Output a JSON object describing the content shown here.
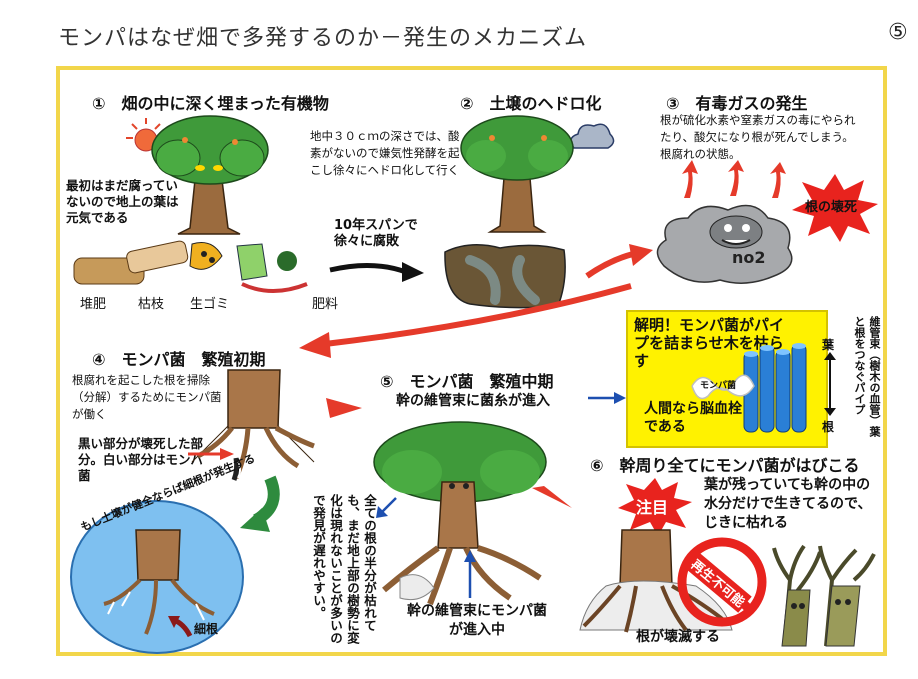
{
  "title": "モンパはなぜ畑で多発するのか－発生のメカニズム",
  "page_number": "⑤",
  "colors": {
    "frame": "#f2d64a",
    "arrow_red": "#e53a2a",
    "blue_arrow": "#1d4fb0",
    "yellow_box": "#fff200",
    "green_arrow": "#2e8b3e"
  },
  "steps": {
    "s1": {
      "title": "①　畑の中に深く埋まった有機物",
      "note": "地中３０ｃｍの深さでは、酸素がないので嫌気性発酵を起こし徐々にヘドロ化して行く",
      "left_note": "最初はまだ腐っていないので地上の葉は元気である",
      "labels": [
        "堆肥",
        "枯枝",
        "生ゴミ",
        "肥料"
      ],
      "span": "10年スパンで徐々に腐敗"
    },
    "s2": {
      "title": "②　土壌のヘドロ化"
    },
    "s3": {
      "title": "③　有毒ガスの発生",
      "note": "根が硫化水素や窒素ガスの毒にやられたり、酸欠になり根が死んでしまう。根腐れの状態。",
      "burst": "根の壊死",
      "gas_label": "no2"
    },
    "explain": {
      "headline": "解明！モンパ菌がパイプを詰まらせ木を枯らす",
      "fungus_label": "モンパ菌",
      "human": "人間なら脳血栓である",
      "leaf": "葉",
      "root": "根",
      "side": "維管束（樹木の血管）葉と根をつなぐパイプ"
    },
    "s4": {
      "title": "④　モンパ菌　繁殖初期",
      "note": "根腐れを起こした根を掃除（分解）するためにモンパ菌が働く",
      "bold": "黒い部分が壊死した部分。白い部分はモンパ菌",
      "circle_text": "もし土壌が健全ならば細根が発生する",
      "fine_root": "細根"
    },
    "s5": {
      "title": "⑤　モンパ菌　繁殖中期",
      "subtitle": "幹の維管束に菌糸が進入",
      "vertical": "全ての根の半分が枯れても、まだ地上部の樹勢に変化は現れないことが多いので発見が遅れやすい。",
      "bottom": "幹の維管束にモンパ菌が進入中"
    },
    "s6": {
      "title": "⑥　幹周り全てにモンパ菌がはびこる",
      "note": "葉が残っていても幹の中の水分だけで生きてるので、じきに枯れる",
      "badge": "注目",
      "stamp": "再生不可能",
      "roots": "根が壊滅する"
    }
  }
}
